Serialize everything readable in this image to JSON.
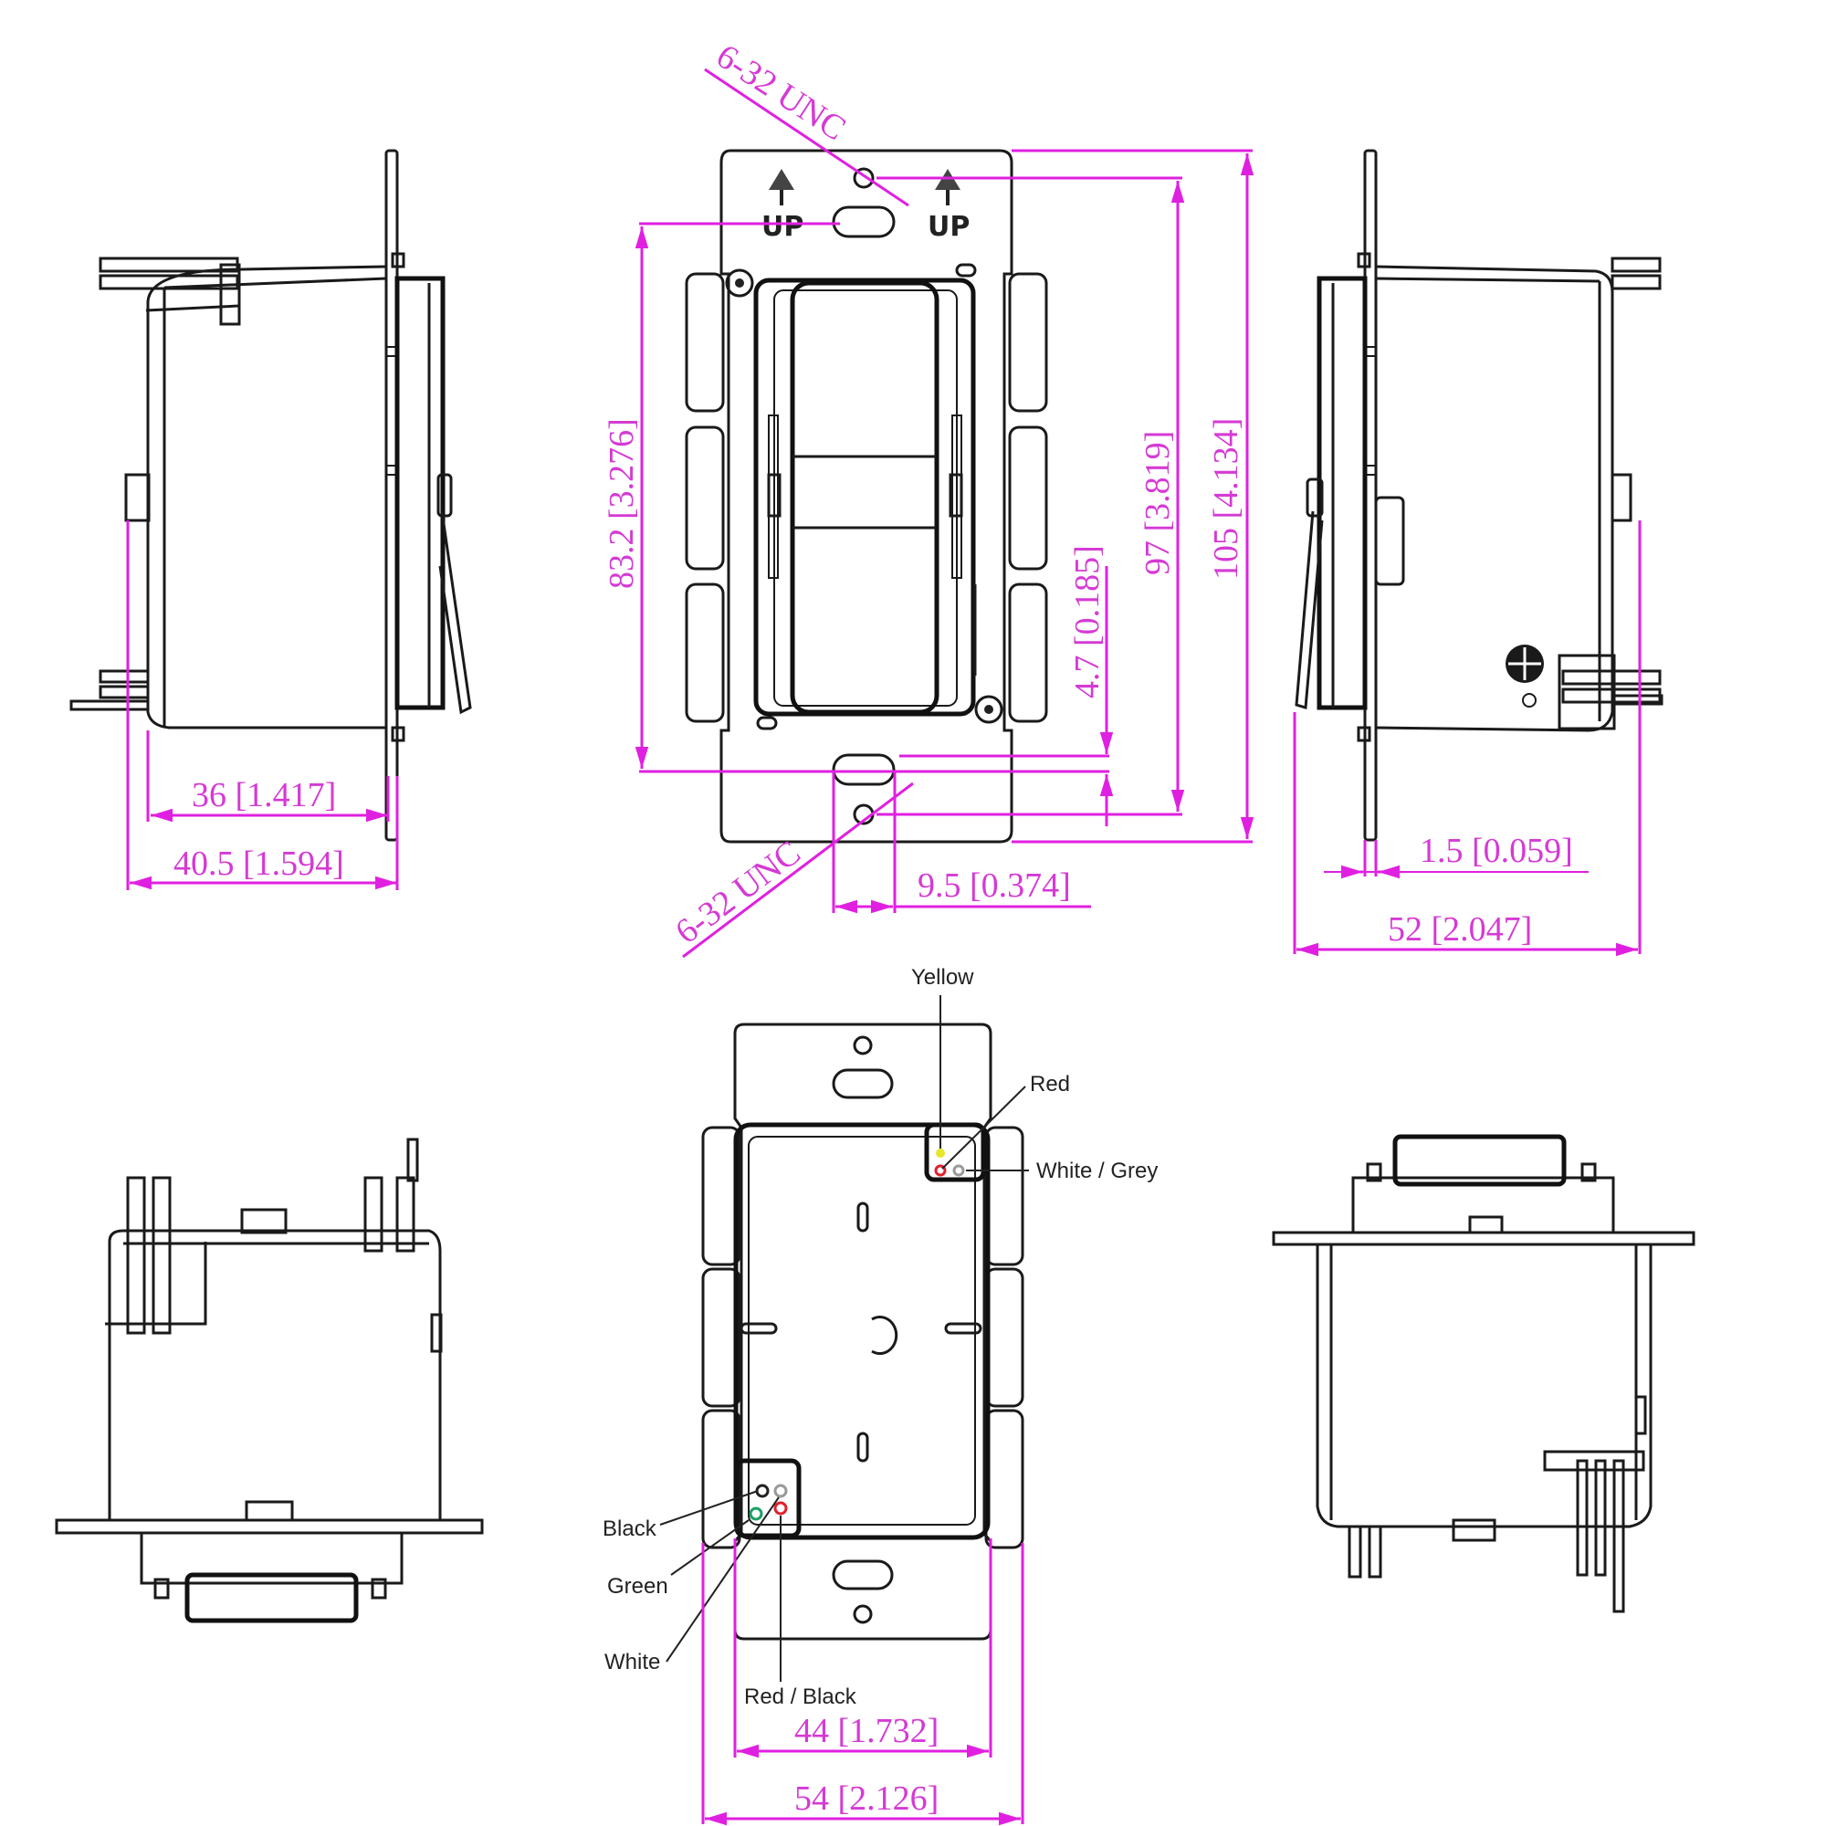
{
  "drawing": {
    "title": "Switch dimensional drawing",
    "accent_color": "#e020e0",
    "line_color": "#1a1a1a"
  },
  "front_view": {
    "up_labels": [
      "UP",
      "UP"
    ],
    "thread_top": "6-32 UNC",
    "thread_bottom": "6-32 UNC",
    "dims": {
      "d83": "83.2 [3.276]",
      "d4_7": "4.7 [0.185]",
      "d97": "97 [3.819]",
      "d105": "105 [4.134]",
      "d9_5": "9.5 [0.374]"
    }
  },
  "left_side_view": {
    "dims": {
      "d36": "36 [1.417]",
      "d40_5": "40.5 [1.594]"
    }
  },
  "right_side_view": {
    "dims": {
      "d1_5": "1.5 [0.059]",
      "d52": "52 [2.047]"
    }
  },
  "back_view": {
    "wires": {
      "yellow": {
        "label": "Yellow",
        "color": "#e6e62a"
      },
      "red": {
        "label": "Red",
        "color": "#e0202a"
      },
      "white_grey": {
        "label": "White / Grey",
        "color": "#9a9a9a"
      },
      "black": {
        "label": "Black",
        "color": "#222222"
      },
      "green": {
        "label": "Green",
        "color": "#1aa060"
      },
      "white": {
        "label": "White",
        "color": "#ffffff"
      },
      "red_black": {
        "label": "Red / Black",
        "color": "#e0202a"
      }
    },
    "dims": {
      "d44": "44 [1.732]",
      "d54": "54 [2.126]"
    }
  }
}
